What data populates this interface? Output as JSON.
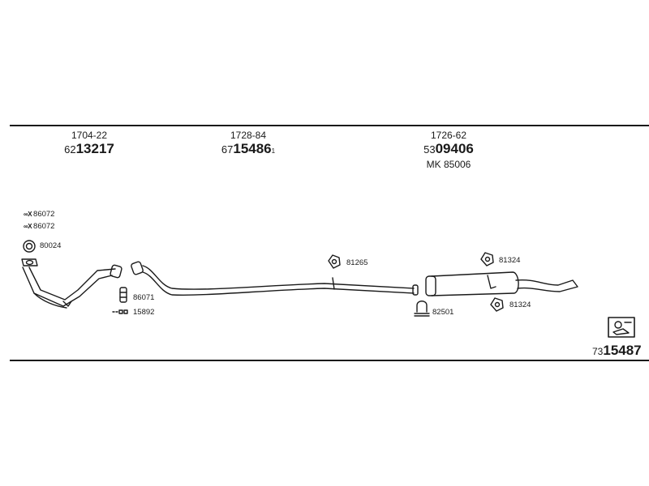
{
  "groups": [
    {
      "code": "1704-22",
      "number_prefix": "62",
      "number_main": "13217",
      "superscript": "",
      "extra": ""
    },
    {
      "code": "1728-84",
      "number_prefix": "67",
      "number_main": "15486",
      "superscript": "1",
      "extra": ""
    },
    {
      "code": "1726-62",
      "number_prefix": "53",
      "number_main": "09406",
      "superscript": "",
      "extra": "MK 85006"
    }
  ],
  "parts": [
    {
      "prefix": "∞X",
      "number": "86072"
    },
    {
      "prefix": "∞X",
      "number": "86072"
    },
    {
      "prefix": "",
      "number": "80024"
    },
    {
      "prefix": "",
      "number": "86071"
    },
    {
      "prefix": "",
      "number": "15892"
    },
    {
      "prefix": "",
      "number": "81265"
    },
    {
      "prefix": "",
      "number": "82501"
    },
    {
      "prefix": "",
      "number": "81324"
    },
    {
      "prefix": "",
      "number": "81324"
    }
  ],
  "reference": {
    "prefix": "73",
    "main": "15487"
  }
}
